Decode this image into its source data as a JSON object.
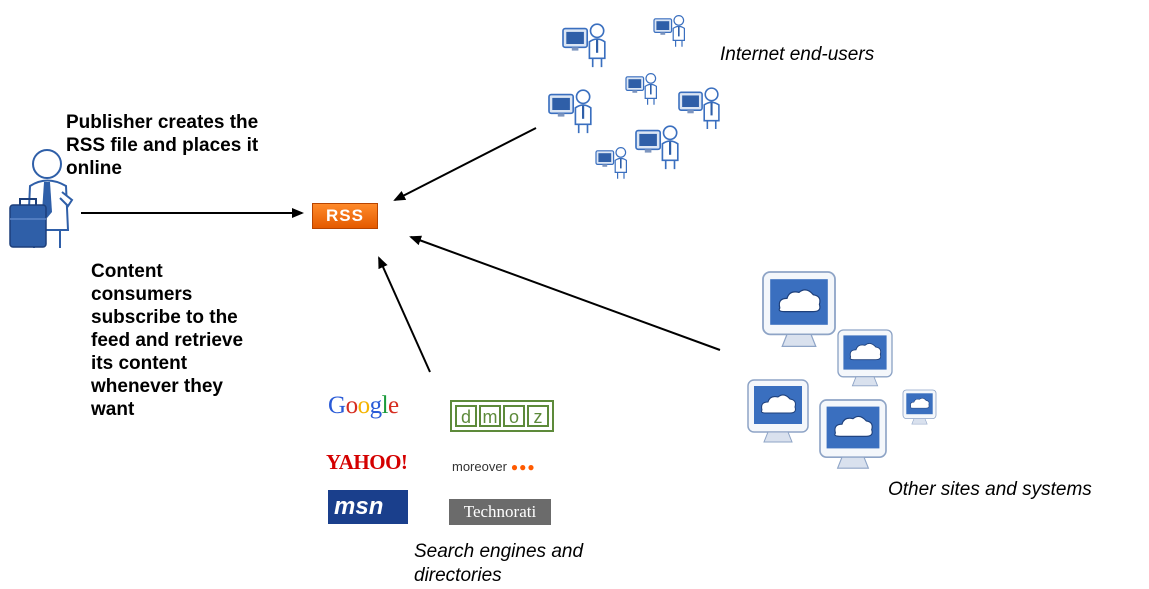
{
  "publisher_text": [
    "Publisher creates the",
    "RSS file and places it",
    "online"
  ],
  "consumer_text": [
    "Content",
    "consumers",
    "subscribe to the",
    "feed and retrieve",
    "its content",
    "whenever they",
    "want"
  ],
  "rss_label": "RSS",
  "internet_users_label": "Internet end-users",
  "other_sites_label": "Other sites and systems",
  "search_engines_label": [
    "Search engines and",
    "directories"
  ],
  "logos": {
    "google": "Google",
    "dmoz": [
      "d",
      "m",
      "o",
      "z"
    ],
    "yahoo": "YAHOO!",
    "moreover": "moreover",
    "msn": "msn",
    "technorati": "Technorati"
  },
  "colors": {
    "rss_orange": "#f26a10",
    "screen_blue": "#3a6fbf",
    "person_blue": "#2f5fa8"
  }
}
